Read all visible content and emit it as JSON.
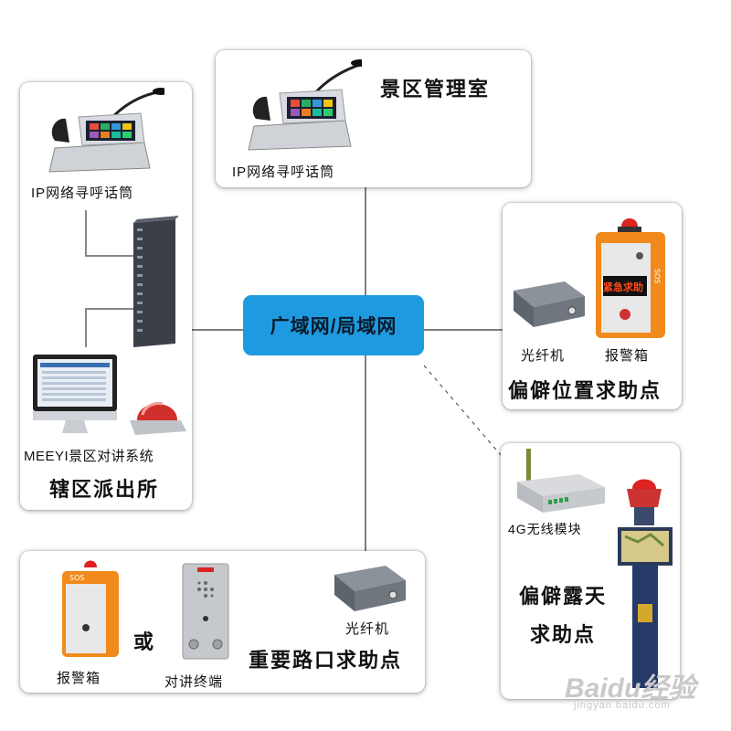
{
  "hub": {
    "label": "广域网/局域网",
    "color": "#1e9be0"
  },
  "management_room": {
    "title": "景区管理室",
    "device_label": "IP网络寻呼话筒"
  },
  "police_station": {
    "title": "辖区派出所",
    "mic_label": "IP网络寻呼话筒",
    "system_label": "MEEYI景区对讲系统"
  },
  "remote_point": {
    "title": "偏僻位置求助点",
    "fiber_label": "光纤机",
    "alarm_label": "报警箱",
    "alarm_screen_text": "紧急求助"
  },
  "outdoor_point": {
    "title_line1": "偏僻露天",
    "title_line2": "求助点",
    "module_label": "4G无线模块"
  },
  "intersection_point": {
    "title": "重要路口求助点",
    "fiber_label": "光纤机",
    "alarm_label": "报警箱",
    "or_label": "或",
    "intercom_label": "对讲终端"
  },
  "watermark": {
    "text": "Baidu经验",
    "sub": "jingyan.baidu.com"
  }
}
